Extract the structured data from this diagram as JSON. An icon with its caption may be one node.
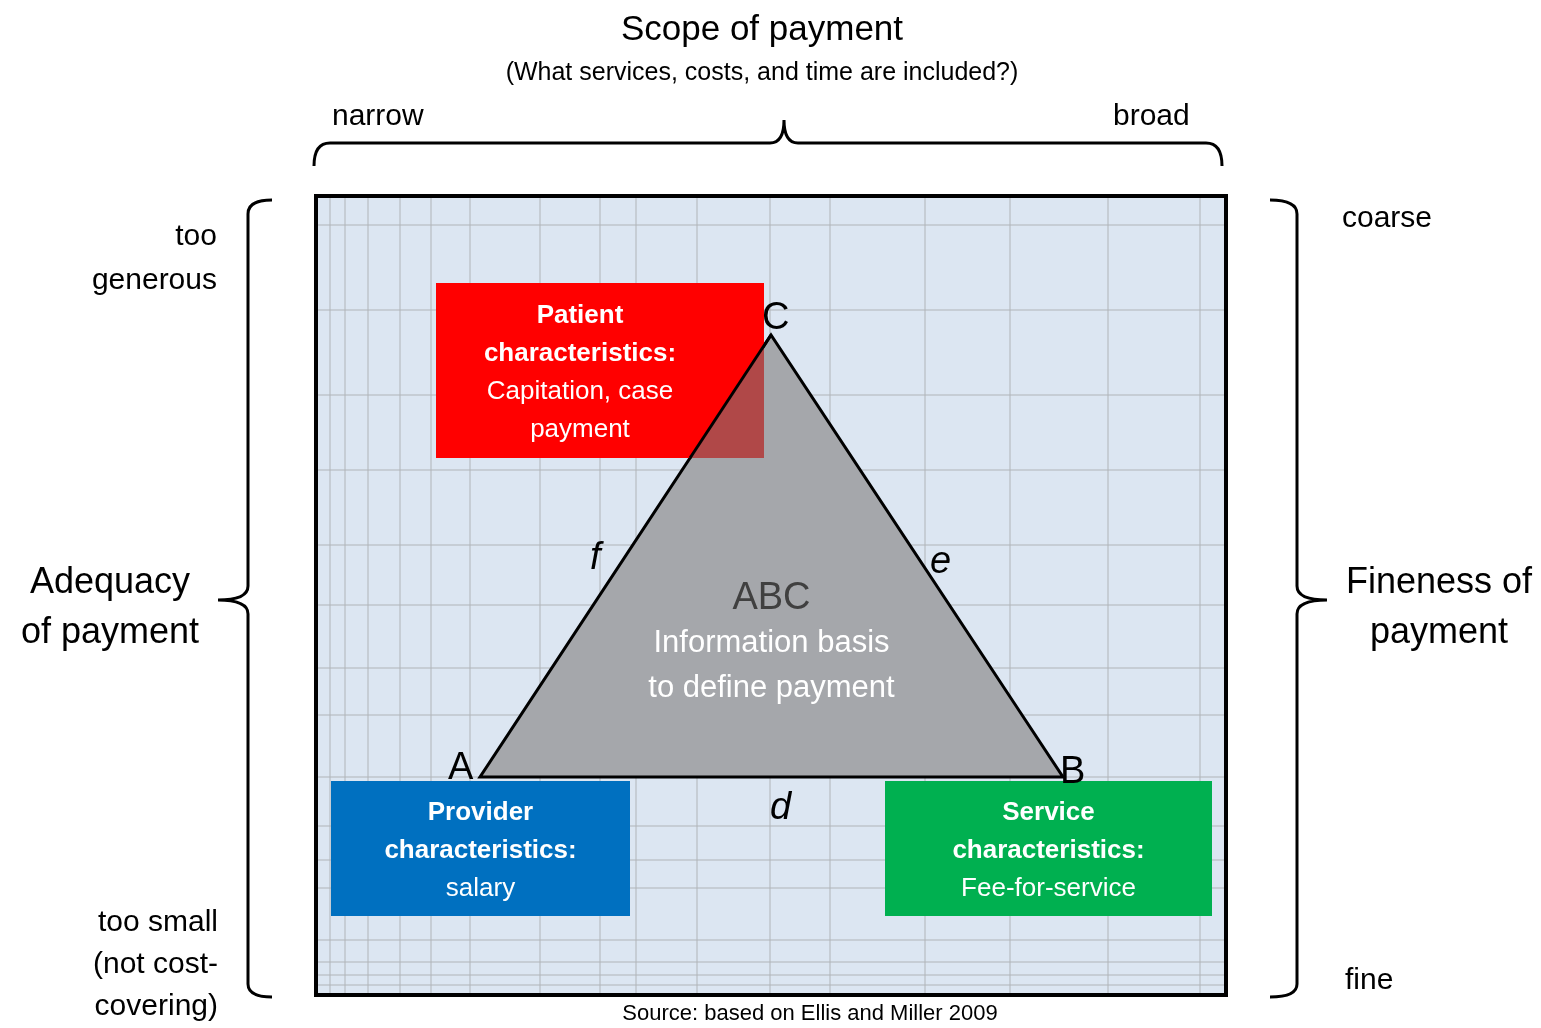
{
  "diagram": {
    "title": "Scope of payment",
    "caption": "Source: based on Ellis and Miller 2009",
    "nodes": [
      {
        "text": [
          "Patient characteristics:",
          "Capitation, case payment"
        ]
      },
      {
        "text": [
          "ABC",
          "Information basis to define payment"
        ]
      },
      {
        "text": [
          "Provider characteristics:",
          "salary"
        ]
      },
      {
        "text": [
          "Service characteristics:",
          "Fee-for-service"
        ]
      }
    ],
    "labels": [
      "(What services, costs, and time are included?)",
      "narrow",
      "broad",
      "too generous",
      "coarse",
      "C",
      "Adequacy of payment",
      "f",
      "e",
      "Fineness of payment",
      "A",
      "B",
      "d",
      "too small (not cost-covering)",
      "fine"
    ]
  }
}
